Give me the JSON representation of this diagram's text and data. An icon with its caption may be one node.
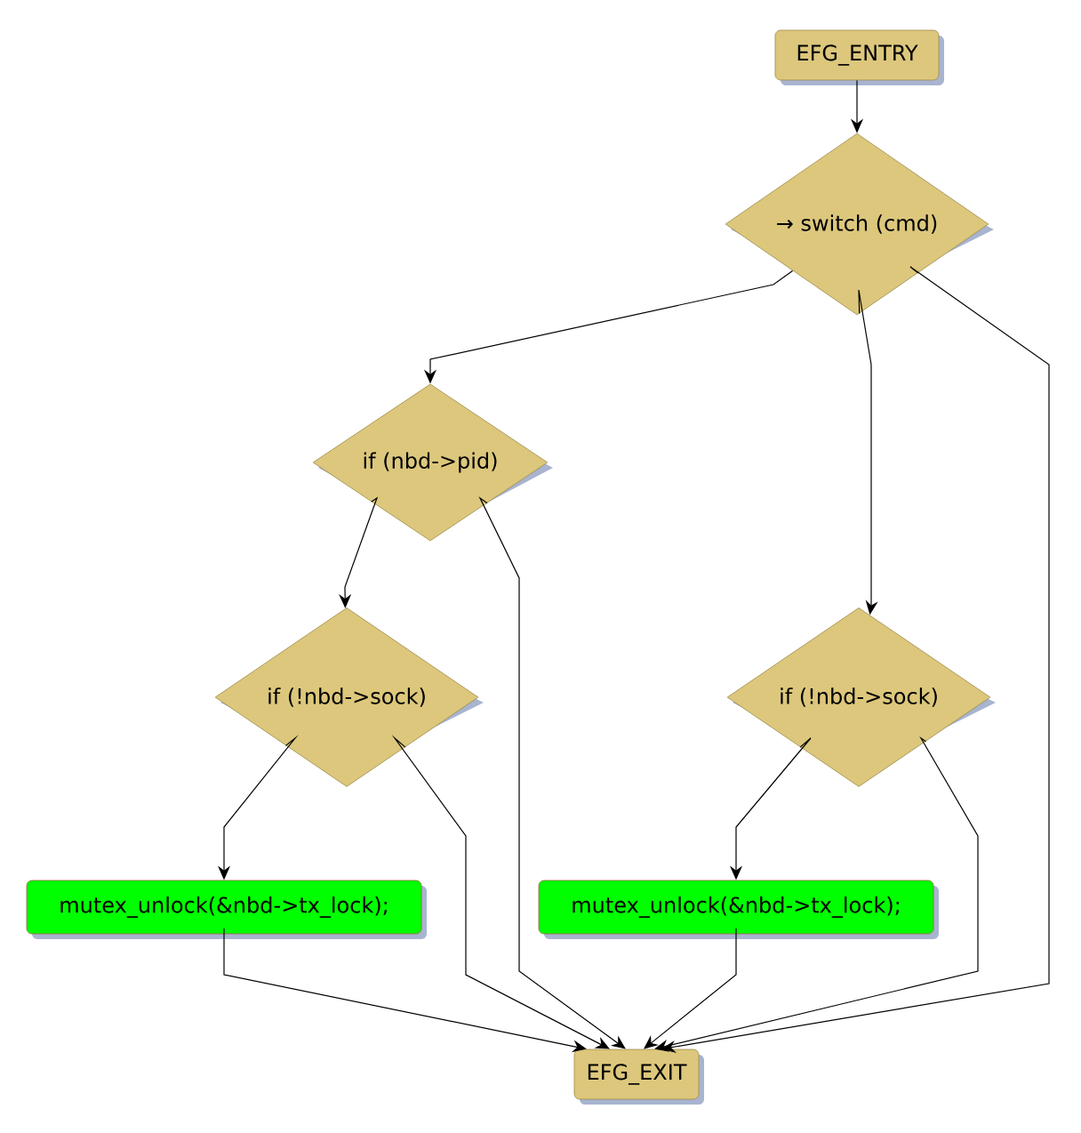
{
  "diagram": {
    "nodes": [
      {
        "text": [
          "EFG_ENTRY"
        ]
      },
      {
        "text": [
          "→ switch (cmd)"
        ]
      },
      {
        "text": [
          "if (nbd->pid)"
        ]
      },
      {
        "text": [
          "if (!nbd->sock)"
        ]
      },
      {
        "text": [
          "if (!nbd->sock)"
        ]
      },
      {
        "text": [
          "mutex_unlock(&nbd->tx_lock);"
        ]
      },
      {
        "text": [
          "mutex_unlock(&nbd->tx_lock);"
        ]
      },
      {
        "text": [
          "EFG_EXIT"
        ]
      }
    ],
    "edges": [
      {
        "from": 0,
        "to": 1,
        "arrow": "to"
      },
      {
        "from": 1,
        "to": 2,
        "arrow": "to"
      },
      {
        "from": 1,
        "to": 4,
        "arrow": "to"
      },
      {
        "from": 1,
        "to": 7,
        "arrow": "to"
      },
      {
        "from": 2,
        "to": 3,
        "arrow": "to"
      },
      {
        "from": 2,
        "to": 7,
        "arrow": "to"
      },
      {
        "from": 3,
        "to": 5,
        "arrow": "to"
      },
      {
        "from": 3,
        "to": 7,
        "arrow": "to"
      },
      {
        "from": 4,
        "to": 6,
        "arrow": "to"
      },
      {
        "from": 4,
        "to": 7,
        "arrow": "to"
      },
      {
        "from": 5,
        "to": 7,
        "arrow": "to"
      },
      {
        "from": 6,
        "to": 7,
        "arrow": "to"
      }
    ]
  }
}
